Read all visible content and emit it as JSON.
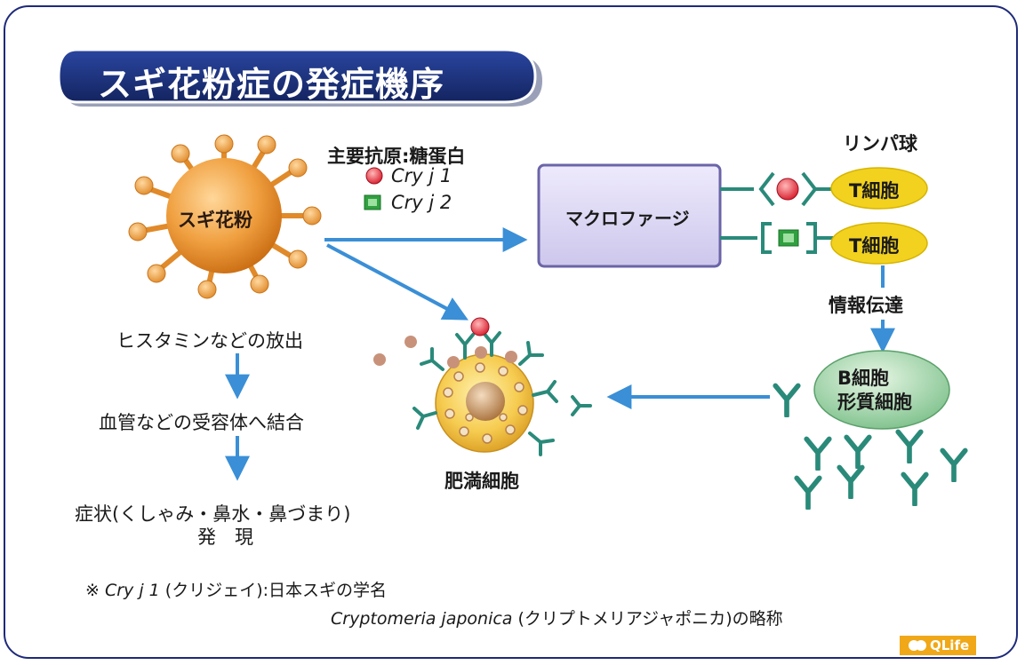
{
  "title": "スギ花粉症の発症機序",
  "pollen_label": "スギ花粉",
  "antigen": {
    "heading": "主要抗原:糖蛋白",
    "cry_j1": "Cry j 1",
    "cry_j2": "Cry j 2"
  },
  "macrophage_label": "マクロファージ",
  "lymphocyte_label": "リンパ球",
  "t_cell_1": "T細胞",
  "t_cell_2": "T細胞",
  "info_transmission": "情報伝達",
  "b_cell_line1": "B細胞",
  "b_cell_line2": "形質細胞",
  "mast_cell_label": "肥満細胞",
  "flow": {
    "step1": "ヒスタミンなどの放出",
    "step2": "血管などの受容体へ結合",
    "step3_line1": "症状(くしゃみ・鼻水・鼻づまり)",
    "step3_line2": "発　現"
  },
  "footnote": {
    "mark": "※",
    "cry": "Cry j 1",
    "line1_rest": "(クリジェイ):日本スギの学名",
    "line2_latin": "Cryptomeria japonica",
    "line2_rest": "(クリプトメリアジャポニカ)の略称"
  },
  "logo_text": "QLife",
  "colors": {
    "frame": "#1e2a7a",
    "title_banner": "#1a2f7a",
    "arrow": "#3a8fd6",
    "antibody": "#2a8a7a",
    "pollen": "#e8922a",
    "t_cell": "#f2d21e",
    "b_cell": "#a8d8b0",
    "macrophage": "#d8d4f0"
  }
}
